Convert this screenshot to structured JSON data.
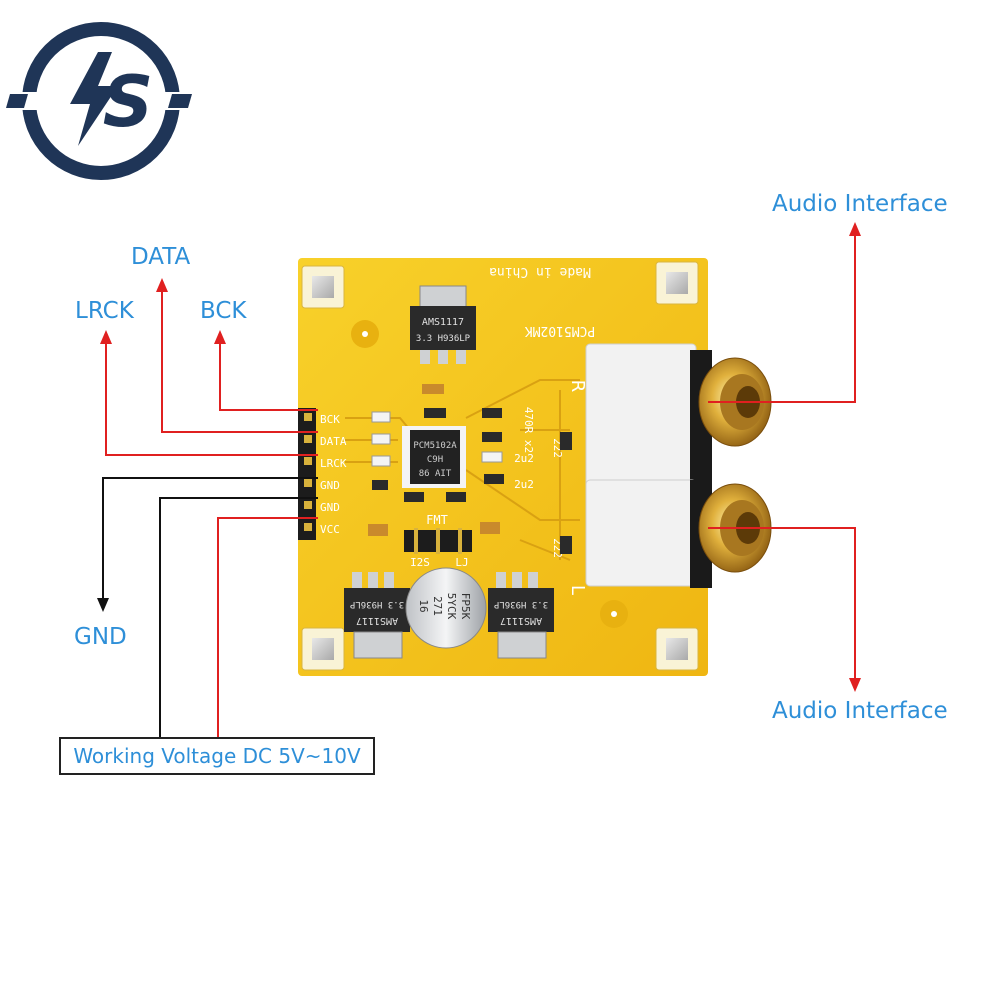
{
  "brand": {
    "logo_text": "S",
    "logo_color": "#1f3557"
  },
  "annotations": {
    "data": "DATA",
    "lrck": "LRCK",
    "bck": "BCK",
    "gnd": "GND",
    "audio_interface_top": "Audio Interface",
    "audio_interface_bottom": "Audio Interface",
    "working_voltage": "Working Voltage DC 5V~10V"
  },
  "board": {
    "pins": [
      "BCK",
      "DATA",
      "LRCK",
      "GND",
      "GND",
      "VCC"
    ],
    "chip_label": "PCM5102A",
    "chip_code": "C9H",
    "chip_code2": "86 AIT",
    "model": "PCM5102MK",
    "made_in": "Made in China",
    "fmt_label": "FMT",
    "i2s_label": "I2S",
    "lj_label": "LJ",
    "channel_r": "R",
    "channel_l": "L",
    "regulator_top": "AMS1117",
    "regulator_top_sub": "3.3 H936LP",
    "regulator_left": "AMS1117",
    "regulator_left_sub": "3.3 H936LP",
    "regulator_right": "AMS1117",
    "regulator_right_sub": "3.3 H936LP",
    "cap_top": "FP5K",
    "cap_mid": "5YCK",
    "cap_bot1": "271",
    "cap_bot2": "16",
    "res_470": "470R x2",
    "cap_2u2_a": "2u2",
    "cap_2u2_b": "2u2",
    "cap_222_a": "222",
    "cap_222_b": "222"
  },
  "colors": {
    "label_blue": "#2e8fd8",
    "wire_red": "#e02020",
    "wire_black": "#111111",
    "pcb_yellow": "#f3c21a"
  }
}
